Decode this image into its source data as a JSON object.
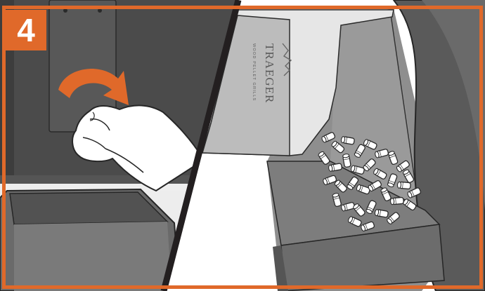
{
  "step": {
    "number": "4"
  },
  "bag": {
    "brand": "TRAEGER",
    "tagline": "WOOD PELLET GRILLS"
  },
  "colors": {
    "accent": "#e0692a",
    "frame": "#e0692a",
    "divider": "#231f20"
  }
}
